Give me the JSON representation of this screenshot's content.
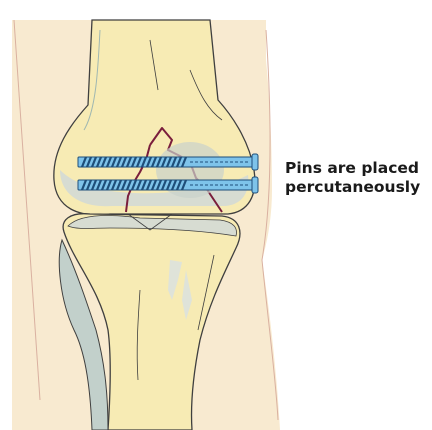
{
  "annotation": {
    "line1": "Pins are placed",
    "line2": "percutaneously"
  },
  "colors": {
    "bone": "#f7ebb4",
    "soft_tissue": "#f5e3bd",
    "cartilage": "#cfd6ce",
    "bone_shade": "#9fb7b1",
    "pin": "#7ec3ea",
    "pin_thread": "#1e4e79",
    "fracture": "#7a1e3c",
    "outline": "#3f3f3f"
  },
  "icons": {
    "pins": "threaded-screw-icon",
    "fracture": "fracture-line-icon"
  },
  "pins": [
    {
      "name": "upper-pin"
    },
    {
      "name": "lower-pin"
    }
  ]
}
